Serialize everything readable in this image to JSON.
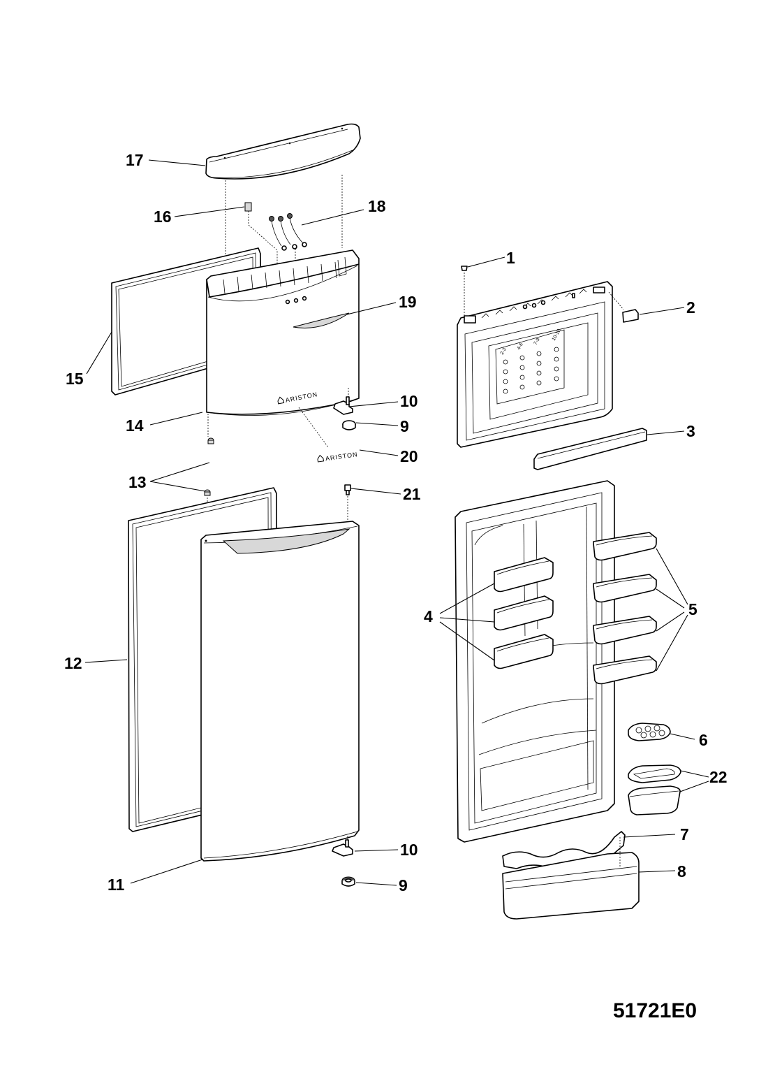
{
  "diagram": {
    "title_code": "51721E0",
    "brand_text": "ARISTON",
    "freezer_chart": {
      "columns": [
        "2-3",
        "4-6",
        "7-9",
        "10-12"
      ]
    },
    "callouts": {
      "p1": "1",
      "p2": "2",
      "p3": "3",
      "p4": "4",
      "p5": "5",
      "p6": "6",
      "p7": "7",
      "p8": "8",
      "p9_top": "9",
      "p9_bottom": "9",
      "p10_top": "10",
      "p10_bottom": "10",
      "p11": "11",
      "p12": "12",
      "p13": "13",
      "p14": "14",
      "p15": "15",
      "p16": "16",
      "p17": "17",
      "p18": "18",
      "p19": "19",
      "p20": "20",
      "p21": "21",
      "p22": "22"
    },
    "parts": [
      {
        "ref": "1",
        "name": "screw"
      },
      {
        "ref": "2",
        "name": "freezer-door-hinge-cap"
      },
      {
        "ref": "3",
        "name": "freezer-door-shelf"
      },
      {
        "ref": "4",
        "name": "fridge-door-egg-racks"
      },
      {
        "ref": "5",
        "name": "fridge-door-small-shelves"
      },
      {
        "ref": "6",
        "name": "egg-tray"
      },
      {
        "ref": "7",
        "name": "bottle-retainer"
      },
      {
        "ref": "8",
        "name": "bottle-shelf"
      },
      {
        "ref": "9",
        "name": "bush"
      },
      {
        "ref": "10",
        "name": "door-pivot"
      },
      {
        "ref": "11",
        "name": "fridge-door-outer"
      },
      {
        "ref": "12",
        "name": "fridge-door-gasket"
      },
      {
        "ref": "13",
        "name": "door-stop"
      },
      {
        "ref": "14",
        "name": "freezer-door-outer"
      },
      {
        "ref": "15",
        "name": "freezer-door-gasket"
      },
      {
        "ref": "16",
        "name": "clip"
      },
      {
        "ref": "17",
        "name": "top-handle-cover"
      },
      {
        "ref": "18",
        "name": "led-cables"
      },
      {
        "ref": "19",
        "name": "handle-insert"
      },
      {
        "ref": "20",
        "name": "ariston-badge"
      },
      {
        "ref": "21",
        "name": "hinge-pin"
      },
      {
        "ref": "22",
        "name": "storage-box-with-lid"
      }
    ]
  }
}
